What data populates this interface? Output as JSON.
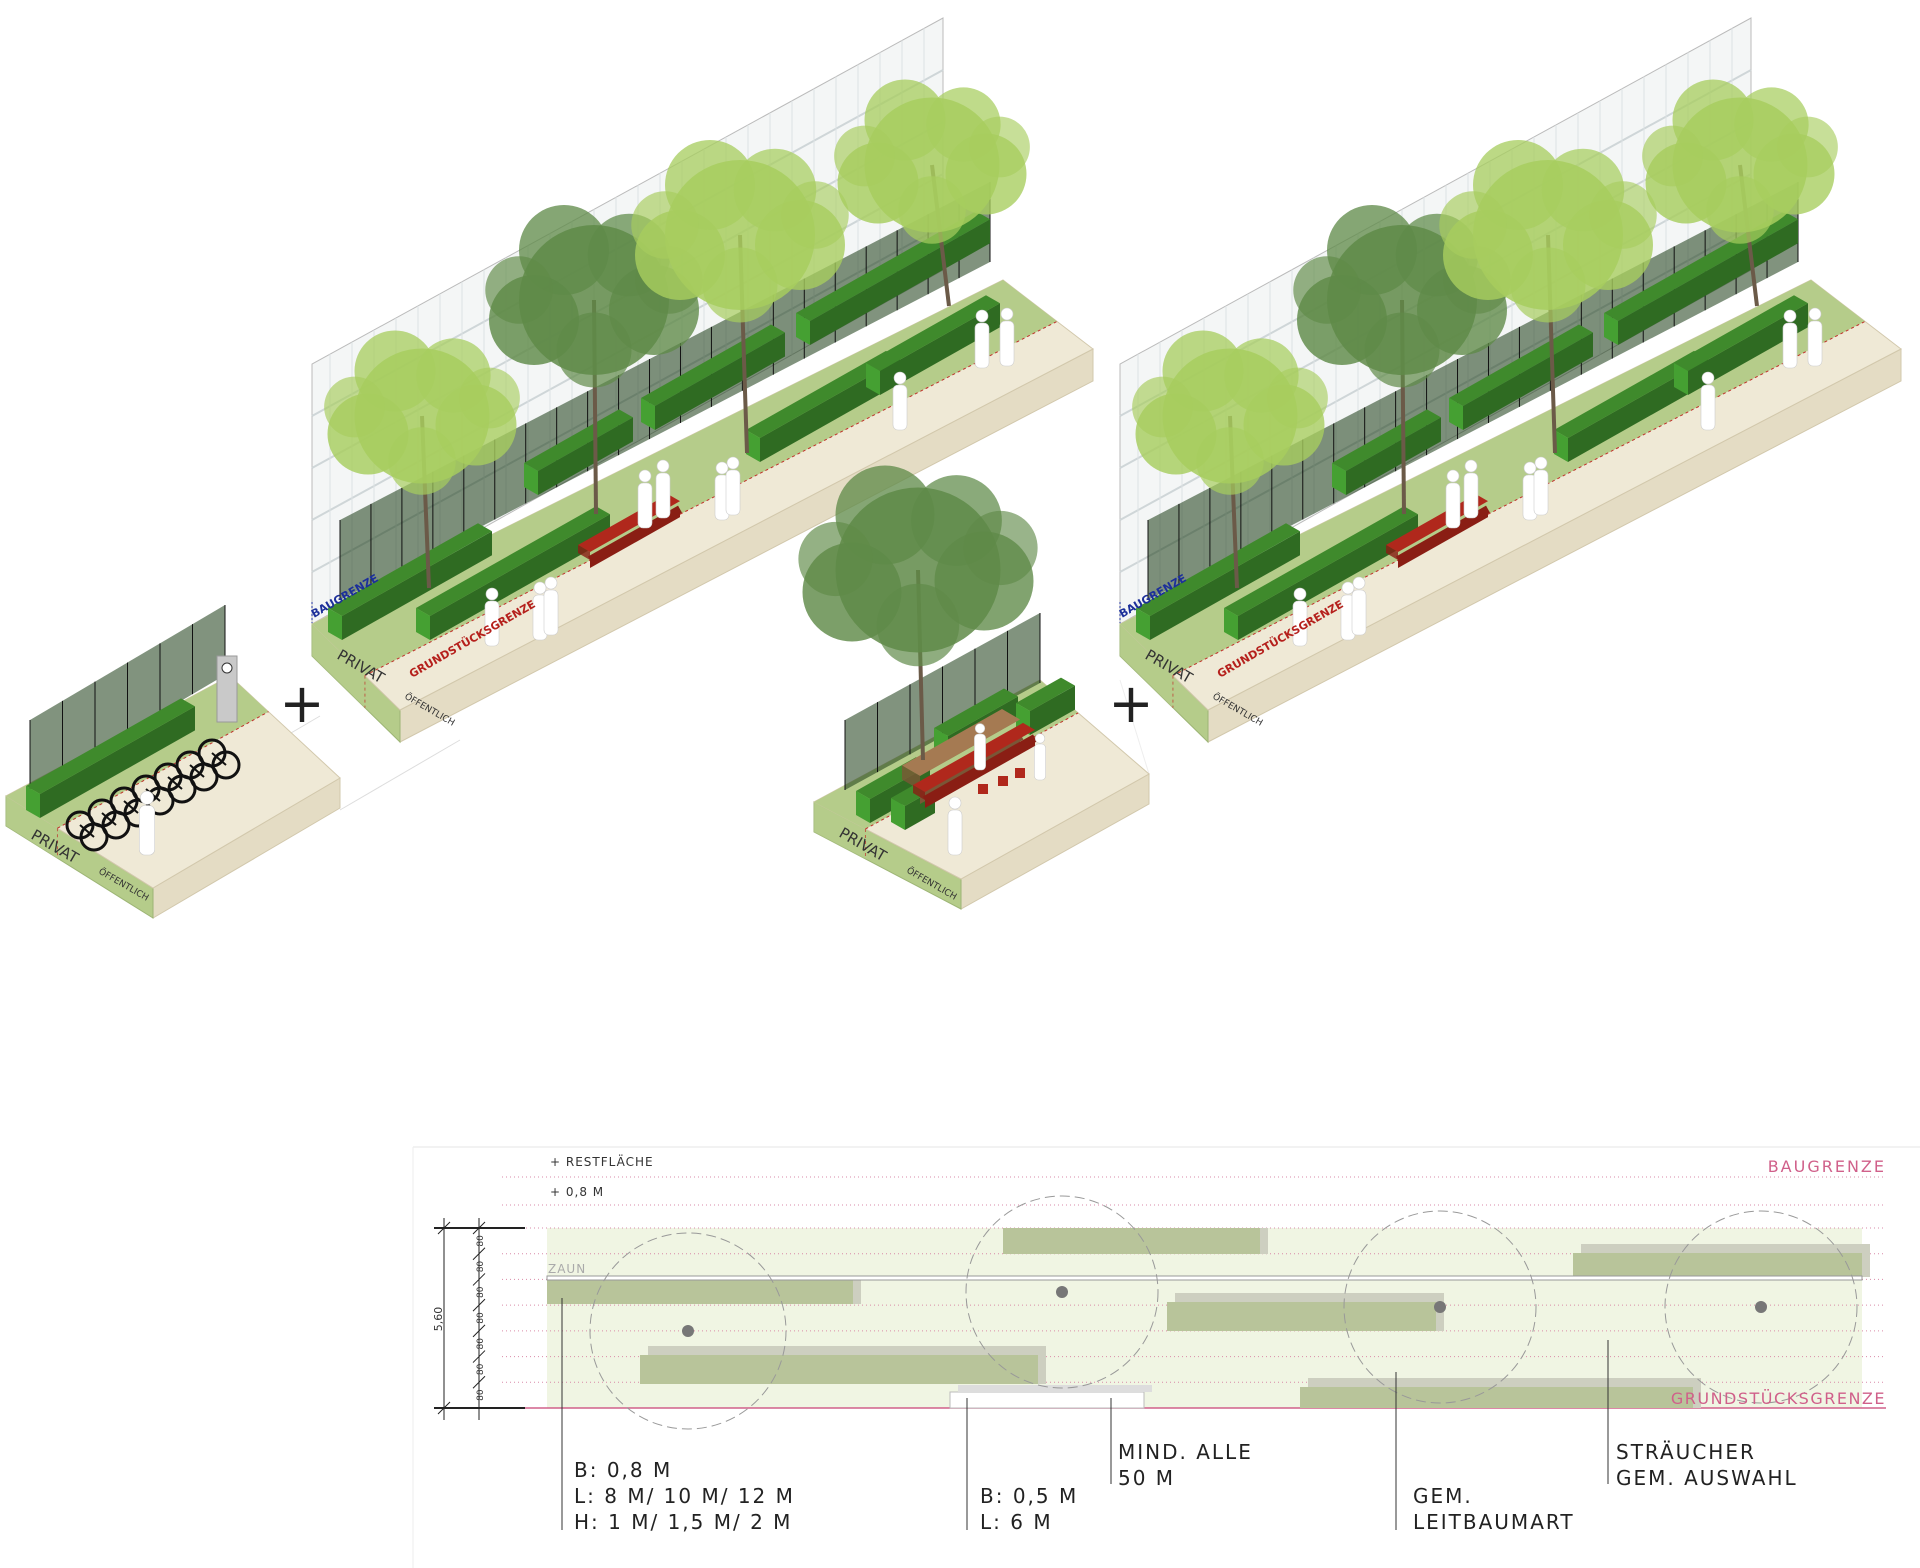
{
  "colors": {
    "lawn": "#b5cc8a",
    "hedge": "#2f6b22",
    "hedge_top": "#3f8a2c",
    "pavement": "#efe9d6",
    "bench_red": "#b0281c",
    "tree_light": "#a7cd5e",
    "tree_dark": "#5f8a48",
    "baugrenze_blue": "#1c2f9a",
    "grenze_red": "#b5201c",
    "plan_pink": "#d0608a",
    "plan_green": "#f0f5e3",
    "plan_hedge": "#b8c49a"
  },
  "scenes": {
    "bike": {
      "privat": "PRIVAT",
      "oeffentlich": "ÖFFENTLICH",
      "info_icon": "info-icon"
    },
    "main": {
      "baugrenze": "BAUGRENZE",
      "privat": "PRIVAT",
      "grenze": "GRUNDSTÜCKSGRENZE",
      "oeffentlich": "ÖFFENTLICH"
    },
    "bench": {
      "privat": "PRIVAT",
      "oeffentlich": "ÖFFENTLICH"
    },
    "combined": {
      "baugrenze": "BAUGRENZE",
      "privat": "PRIVAT",
      "grenze": "GRUNDSTÜCKSGRENZE",
      "oeffentlich": "ÖFFENTLICH"
    },
    "plus": "+"
  },
  "plan": {
    "restflaeche": "+ RESTFLÄCHE",
    "plus_08": "+ 0,8 M",
    "baugrenze": "BAUGRENZE",
    "grundstuecksgrenze": "GRUNDSTÜCKSGRENZE",
    "zaun": "ZAUN",
    "total_dim": "5,60",
    "band_dims": [
      "80",
      "80",
      "80",
      "80",
      "80",
      "80",
      "80"
    ],
    "callouts": {
      "hedge": [
        "B: 0,8 M",
        "L: 8 M/ 10 M/ 12 M",
        "H: 1 M/ 1,5 M/ 2 M"
      ],
      "bench": [
        "B: 0,5 M",
        "L: 6 M"
      ],
      "spacing": [
        "MIND. ALLE",
        "50 M"
      ],
      "tree": [
        "GEM.",
        "LEITBAUMART"
      ],
      "shrubs": [
        "STRÄUCHER",
        "GEM. AUSWAHL"
      ]
    }
  }
}
